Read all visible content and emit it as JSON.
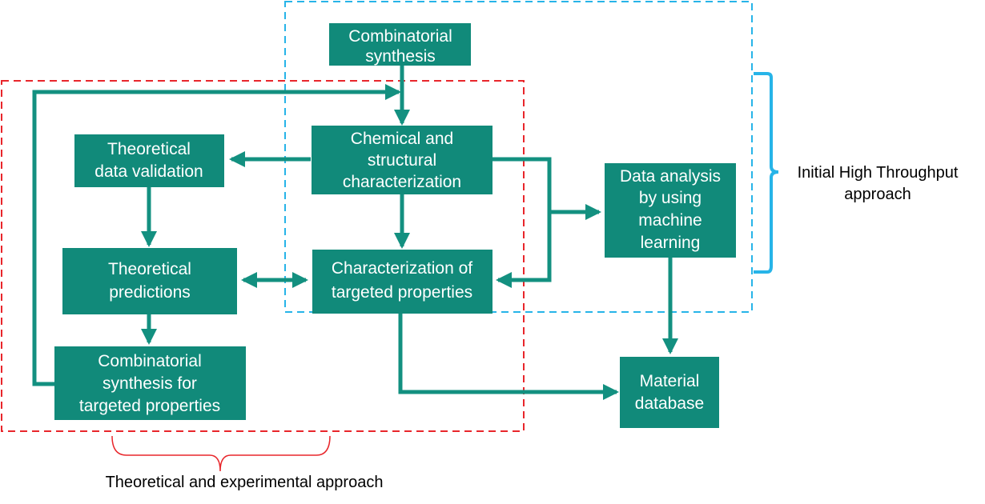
{
  "boxes": {
    "combinatorial_synthesis": {
      "line1": "Combinatorial",
      "line2": "synthesis"
    },
    "chem_struct": {
      "line1": "Chemical and",
      "line2": "structural",
      "line3": "characterization"
    },
    "theo_validation": {
      "line1": "Theoretical",
      "line2": "data validation"
    },
    "data_analysis": {
      "line1": "Data analysis",
      "line2": "by using",
      "line3": "machine",
      "line4": "learning"
    },
    "theo_predictions": {
      "line1": "Theoretical",
      "line2": "predictions"
    },
    "char_targeted": {
      "line1": "Characterization of",
      "line2": "targeted properties"
    },
    "comb_targeted": {
      "line1": "Combinatorial",
      "line2": "synthesis for",
      "line3": "targeted properties"
    },
    "material_db": {
      "line1": "Material",
      "line2": "database"
    }
  },
  "labels": {
    "high_throughput_line1": "Initial High Throughput",
    "high_throughput_line2": "approach",
    "theo_exp": "Theoretical and experimental approach"
  },
  "colors": {
    "box_fill": "#118a7a",
    "arrow": "#139080",
    "red_region": "#e8262b",
    "blue_region": "#27b4e8"
  }
}
